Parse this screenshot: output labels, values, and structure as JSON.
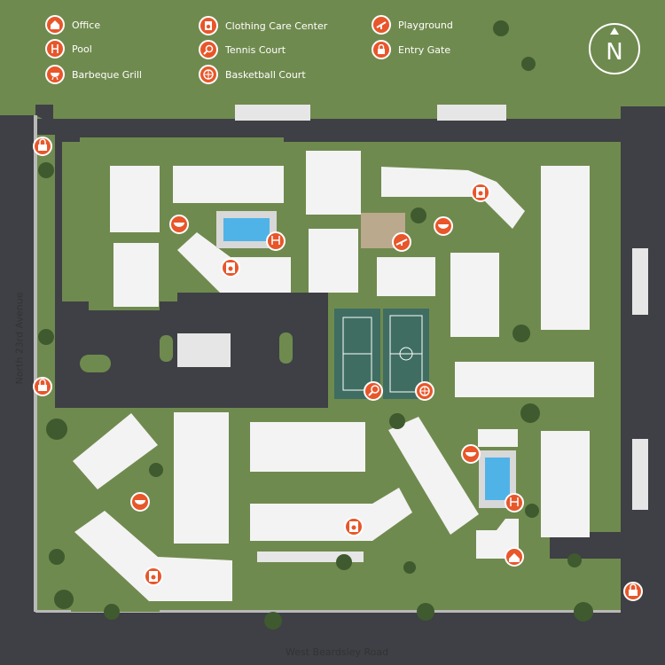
{
  "legend": {
    "office": "Office",
    "pool": "Pool",
    "bbq": "Barbeque Grill",
    "clothing": "Clothing Care Center",
    "tennis": "Tennis Court",
    "basketball": "Basketball Court",
    "playground": "Playground",
    "gate": "Entry Gate"
  },
  "compass": {
    "letter": "N"
  },
  "streets": {
    "west": "North 23rd Avenue",
    "south": "West Beardsley Road"
  },
  "colors": {
    "grass": "#6f8a4e",
    "road": "#3e4045",
    "building": "#f3f3f3",
    "pool": "#4fb3e8",
    "marker": "#e8562a",
    "court": "#3f6d62"
  },
  "markers": [
    {
      "type": "gate-icon"
    },
    {
      "type": "gate-icon"
    },
    {
      "type": "gate-icon"
    },
    {
      "type": "bbq-icon"
    },
    {
      "type": "bbq-icon"
    },
    {
      "type": "bbq-icon"
    },
    {
      "type": "bbq-icon"
    },
    {
      "type": "pool-icon"
    },
    {
      "type": "pool-icon"
    },
    {
      "type": "clothing-icon"
    },
    {
      "type": "clothing-icon"
    },
    {
      "type": "clothing-icon"
    },
    {
      "type": "clothing-icon"
    },
    {
      "type": "playground-icon"
    },
    {
      "type": "tennis-icon"
    },
    {
      "type": "basketball-icon"
    },
    {
      "type": "office-icon"
    }
  ]
}
